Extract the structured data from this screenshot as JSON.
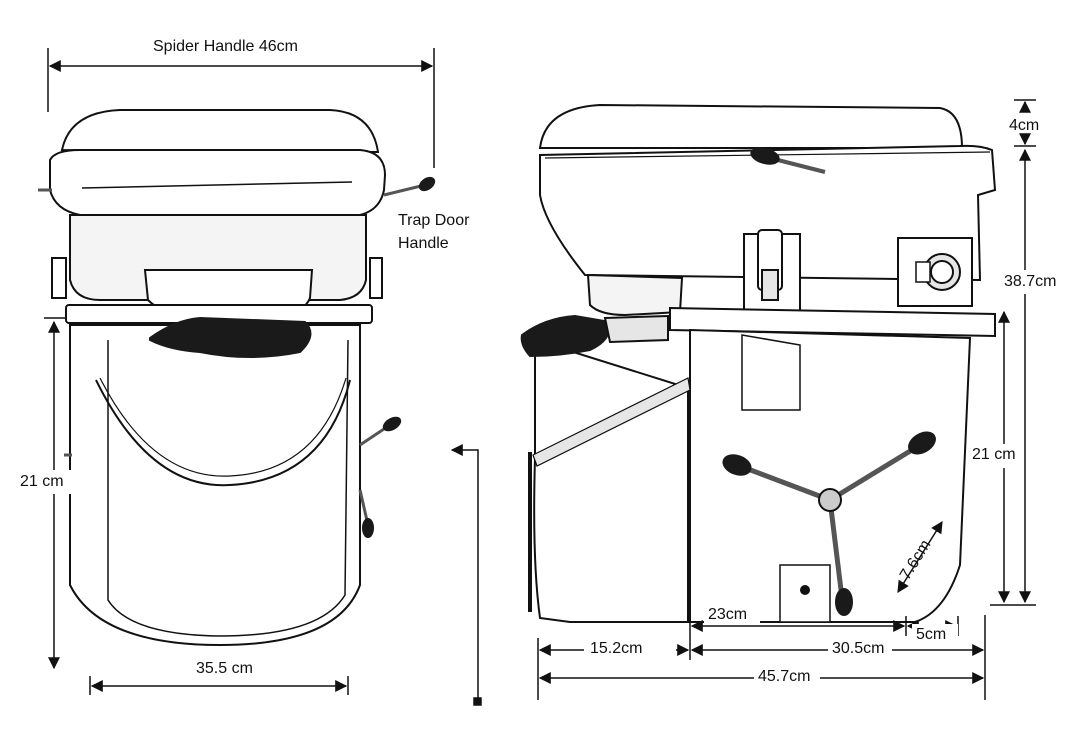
{
  "front_view": {
    "width_label": "Spider Handle 46cm",
    "handle_label_line1": "Trap Door",
    "handle_label_line2": "Handle",
    "height_label": "21 cm",
    "base_label": "35.5 cm"
  },
  "side_view": {
    "lid_label": "4cm",
    "total_height_label": "38.7cm",
    "bucket_height_label": "21 cm",
    "diag_label": "7.6cm",
    "inner_label": "23cm",
    "small_label": "5cm",
    "front_depth_label": "15.2cm",
    "rear_depth_label": "30.5cm",
    "total_depth_label": "45.7cm"
  },
  "colors": {
    "line": "#111111",
    "fill": "#ffffff",
    "shade": "#e6e6e6",
    "handle": "#555555",
    "cloth": "#1a1a1a"
  }
}
